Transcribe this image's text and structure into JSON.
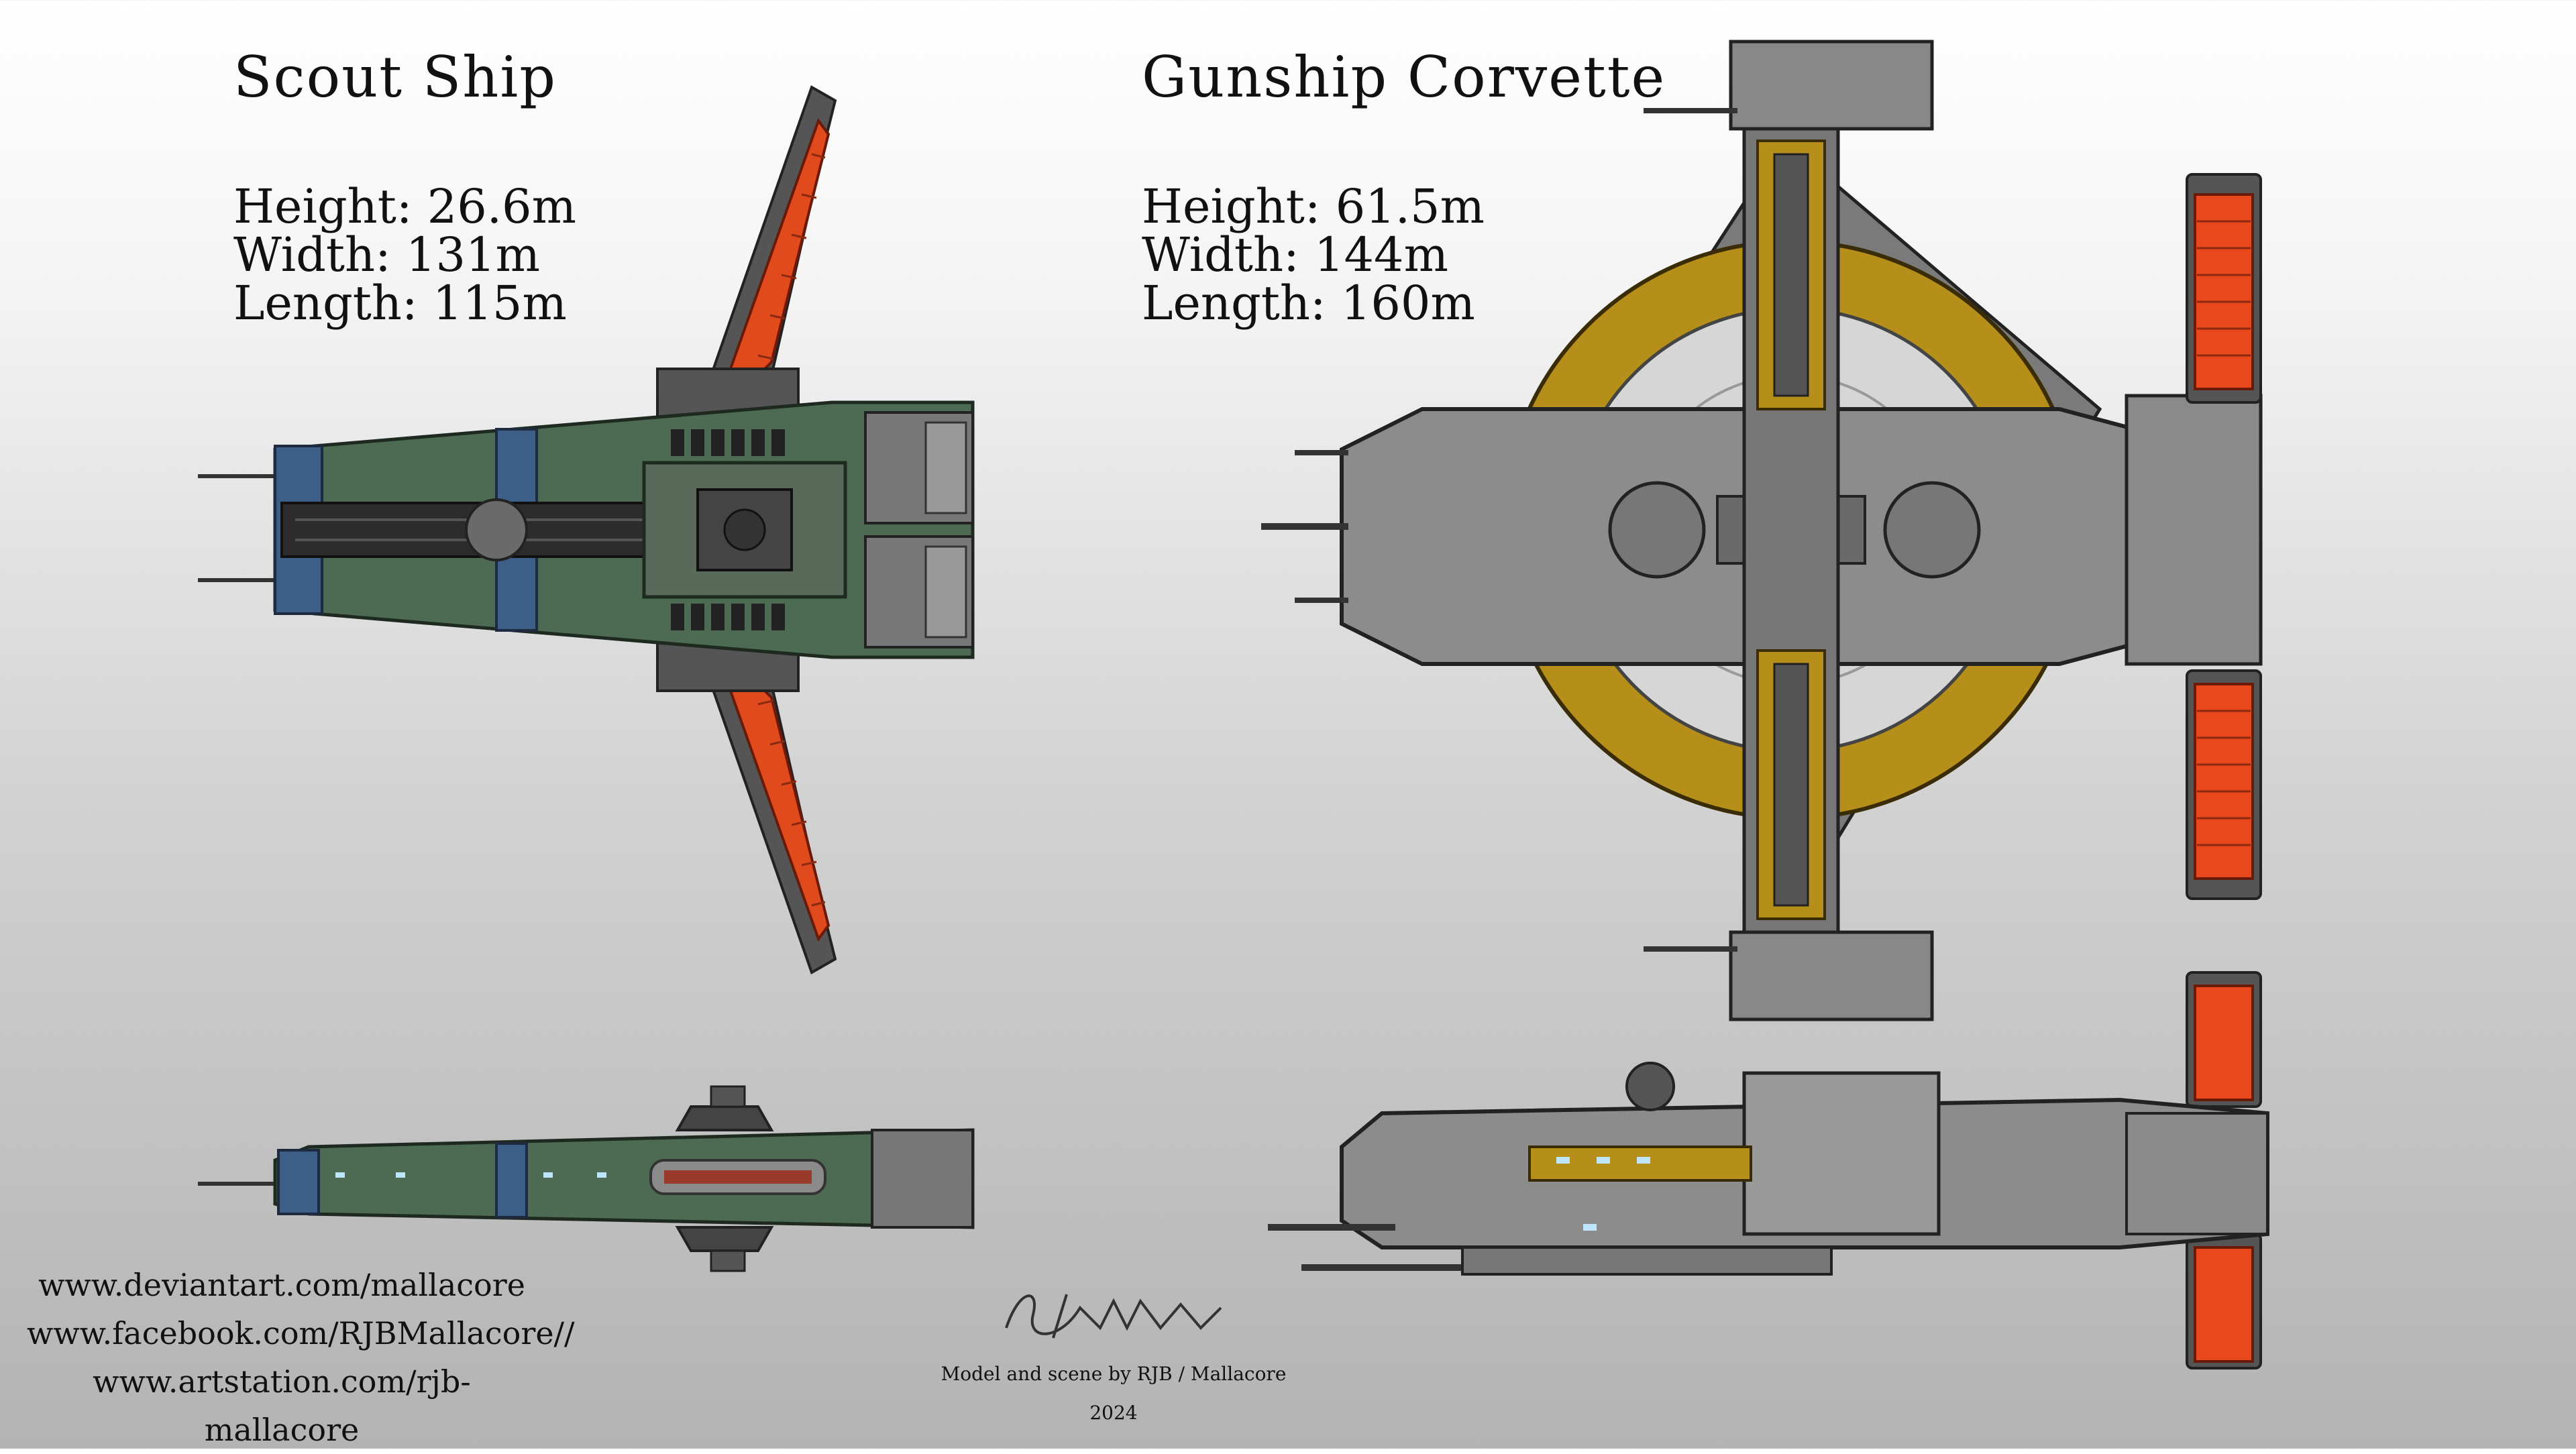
{
  "scout": {
    "title": "Scout Ship",
    "height": "Height:  26.6m",
    "width": "Width: 131m",
    "length": "Length: 115m"
  },
  "gunship": {
    "title": "Gunship Corvette",
    "height": "Height:  61.5m",
    "width": "Width: 144m",
    "length": "Length: 160m"
  },
  "links": [
    "www.deviantart.com/mallacore",
    "www.facebook.com/RJBMallacore//",
    "www.artstation.com/rjb-mallacore"
  ],
  "signature": "RJB/MALLACORE",
  "credit": "Model and scene by RJB / Mallacore",
  "year": "2024",
  "colors": {
    "scout_hull": "#4d6a52",
    "gunship_hull": "#8c8c8c",
    "engine_glow": "#e8481c",
    "accent_yellow": "#b58f1a"
  }
}
